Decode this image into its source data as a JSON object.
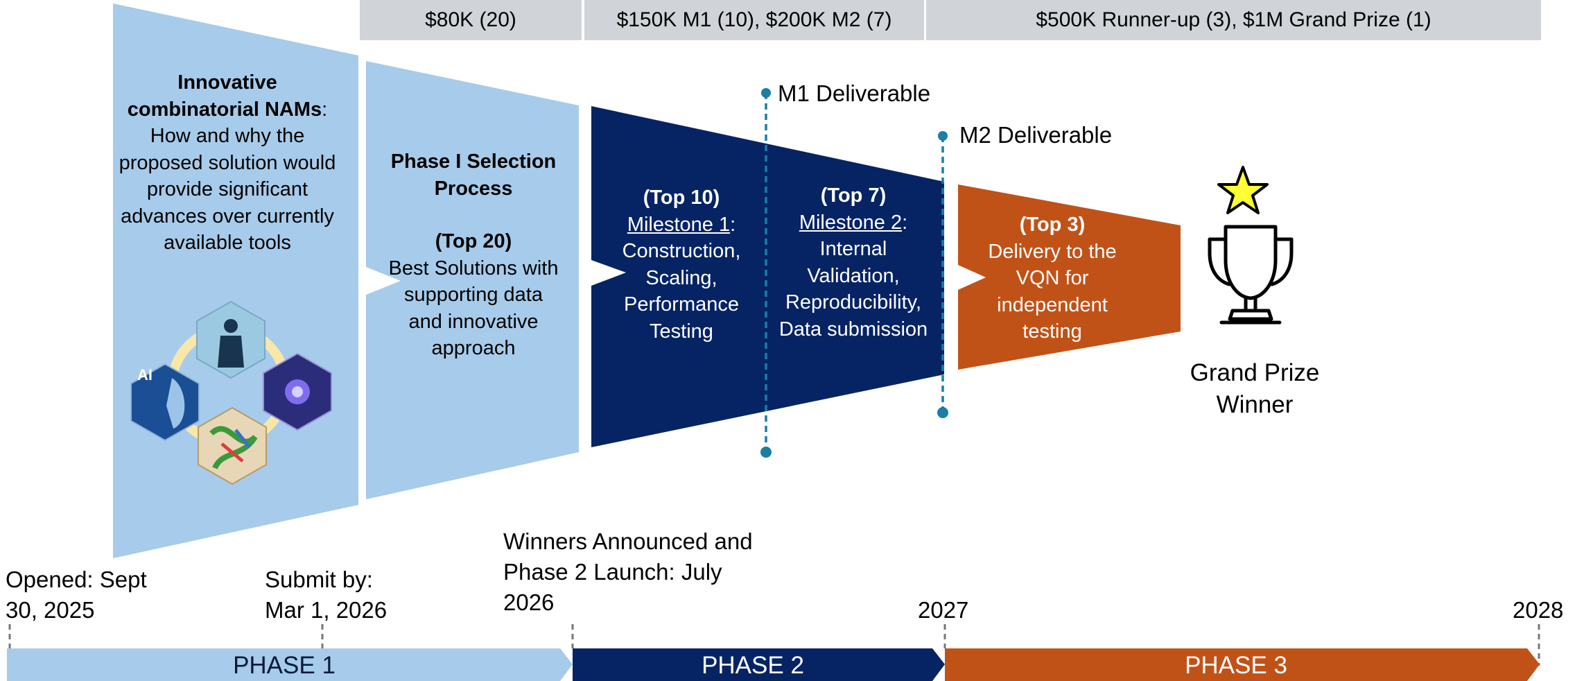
{
  "prize_row": {
    "p1": "$80K (20)",
    "p2": "$150K M1 (10), $200K M2 (7)",
    "p3": "$500K Runner-up (3), $1M Grand Prize (1)"
  },
  "stage1": {
    "bold": "Innovative combinatorial NAMs",
    "rest": ": How and why the proposed solution would provide significant advances over currently available tools",
    "hex_ai": "AI"
  },
  "stage2": {
    "title": "Phase I Selection Process",
    "top": "(Top 20)",
    "body": "Best Solutions with supporting data and innovative approach"
  },
  "stage3a": {
    "top": "(Top 10)",
    "milestone": "Milestone 1",
    "colon": ":",
    "body": "Construction, Scaling, Performance Testing"
  },
  "stage3b": {
    "top": "(Top 7)",
    "milestone": "Milestone 2",
    "colon": ":",
    "body": "Internal Validation, Reproducibility, Data submission"
  },
  "stage4": {
    "top": "(Top 3)",
    "body": "Delivery to the VQN for independent testing"
  },
  "deliverables": {
    "m1": "M1 Deliverable",
    "m2": "M2 Deliverable"
  },
  "winner": {
    "label": "Grand Prize Winner"
  },
  "timeline": {
    "opened": "Opened: Sept 30, 2025",
    "submit": "Submit by: Mar 1, 2026",
    "winners": "Winners Announced and Phase 2 Launch: July 2026",
    "y2027": "2027",
    "y2028": "2028"
  },
  "phases": [
    "PHASE 1",
    "PHASE 2",
    "PHASE 3"
  ],
  "colors": {
    "light_blue": "#a7cbea",
    "navy": "#062464",
    "orange": "#c15217",
    "gray": "#d0d4d9",
    "teal": "#1a7ea5",
    "star": "#ffff33"
  }
}
